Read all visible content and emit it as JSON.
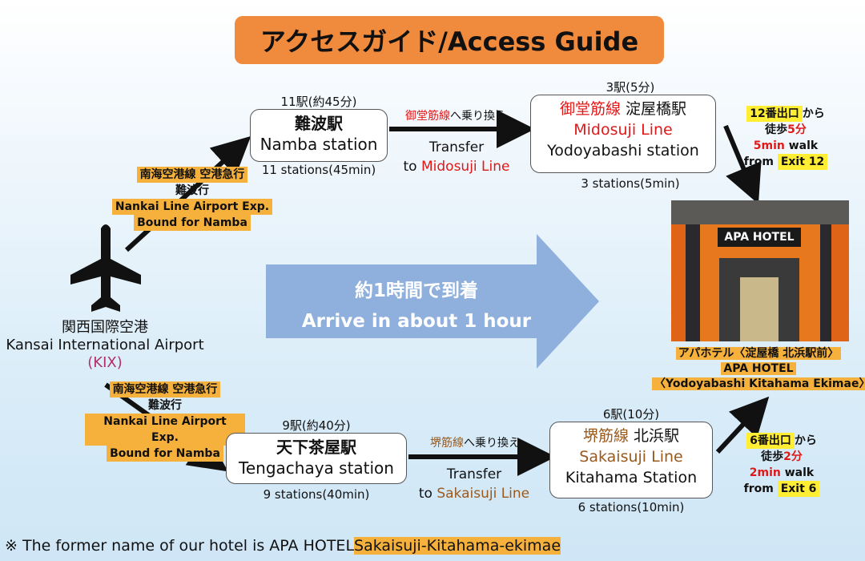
{
  "title": "アクセスガイド/Access Guide",
  "airport": {
    "ja": "関西国際空港",
    "en": "Kansai International Airport",
    "code": "(KIX)"
  },
  "route_top": {
    "line_ja_1": "南海空港線 空港急行",
    "line_ja_2": "難波行",
    "line_en_1": "Nankai Line Airport Exp.",
    "line_en_2": "Bound for Namba",
    "stop1": {
      "above": "11駅(約45分)",
      "name_ja": "難波駅",
      "name_en": "Namba station",
      "below": "11 stations(45min)"
    },
    "transfer": {
      "ja_line": "御堂筋線",
      "ja_rest": "へ乗り換え",
      "en_1": "Transfer",
      "en_2": "to ",
      "en_line": "Midosuji Line"
    },
    "stop2": {
      "above": "3駅(5分)",
      "name_ja_line": "御堂筋線",
      "name_ja_station": " 淀屋橋駅",
      "name_line_en": "Midosuji Line",
      "name_en": "Yodoyabashi station",
      "below": "3 stations(5min)"
    },
    "exit": {
      "ja_1": "12番出口",
      "ja_2": "から",
      "ja_3": "徒歩",
      "ja_4": "5分",
      "en_1": "5min",
      "en_2": " walk",
      "en_3": "from ",
      "en_4": "Exit 12"
    }
  },
  "arrow_center": {
    "ja": "約1時間で到着",
    "en": "Arrive in about 1 hour"
  },
  "route_bottom": {
    "line_ja_1": "南海空港線 空港急行",
    "line_ja_2": "難波行",
    "line_en_1": "Nankai Line Airport Exp.",
    "line_en_2": "Bound for Namba",
    "stop1": {
      "above": "9駅(約40分)",
      "name_ja": "天下茶屋駅",
      "name_en": "Tengachaya station",
      "below": "9 stations(40min)"
    },
    "transfer": {
      "ja_line": "堺筋線",
      "ja_rest": "へ乗り換え",
      "en_1": "Transfer",
      "en_2": "to ",
      "en_line": "Sakaisuji Line"
    },
    "stop2": {
      "above": "6駅(10分)",
      "name_ja_line": "堺筋線",
      "name_ja_station": " 北浜駅",
      "name_line_en": "Sakaisuji Line",
      "name_en": "Kitahama Station",
      "below": "6 stations(10min)"
    },
    "exit": {
      "ja_1": "6番出口",
      "ja_2": "から",
      "ja_3": "徒歩",
      "ja_4": "2分",
      "en_1": "2min",
      "en_2": " walk",
      "en_3": "from ",
      "en_4": "Exit 6"
    }
  },
  "hotel": {
    "sign": "APA HOTEL",
    "name_ja": "アパホテル〈淀屋橋 北浜駅前〉",
    "name_en": "APA HOTEL",
    "name_en_2": "〈Yodoyabashi Kitahama Ekimae〉"
  },
  "footnote": {
    "prefix": "※ The former name of our hotel is APA HOTEL",
    "highlight": "Sakaisuji-Kitahama-ekimae"
  },
  "colors": {
    "title_bg": "#f08a3c",
    "line_tag": "#f6b13c",
    "highlight": "#ffee33",
    "midosuji": "#e11818",
    "sakaisuji": "#9a5a1e",
    "big_arrow": "#8fb0dc"
  }
}
